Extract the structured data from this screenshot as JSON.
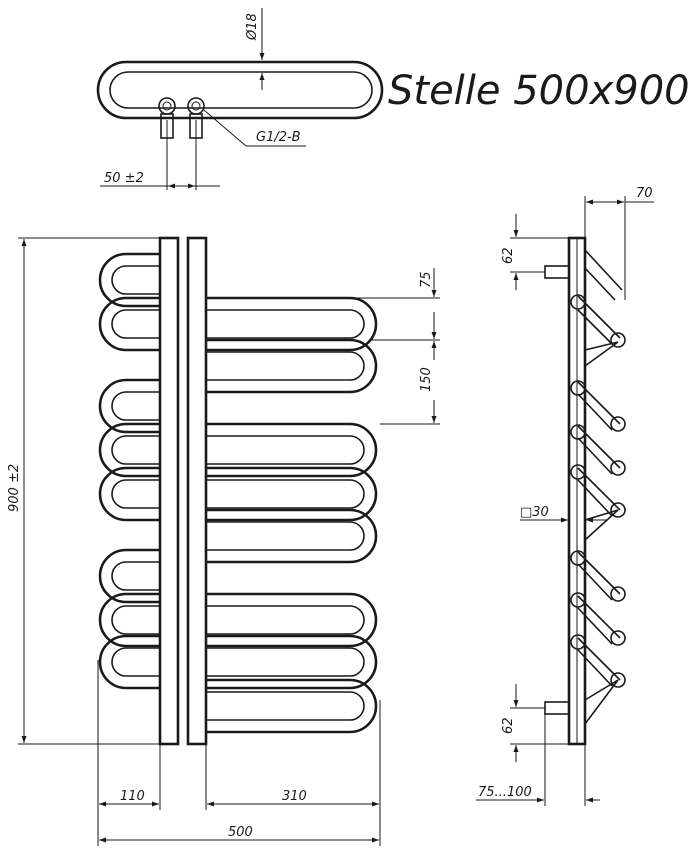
{
  "title": "Stelle 500x900",
  "dimensions": {
    "tube_diameter": "Ø18",
    "thread": "G1/2-B",
    "connection_spacing": "50 ±2",
    "height": "900 ±2",
    "width": "500",
    "left_offset": "110",
    "right_span": "310",
    "loop_pitch": "75",
    "group_pitch": "150",
    "depth": "70",
    "top_offset": "62",
    "bottom_offset": "62",
    "collector_section": "□30",
    "wall_distance": "75...100"
  },
  "colors": {
    "line": "#1a1a1a",
    "background": "#ffffff"
  }
}
